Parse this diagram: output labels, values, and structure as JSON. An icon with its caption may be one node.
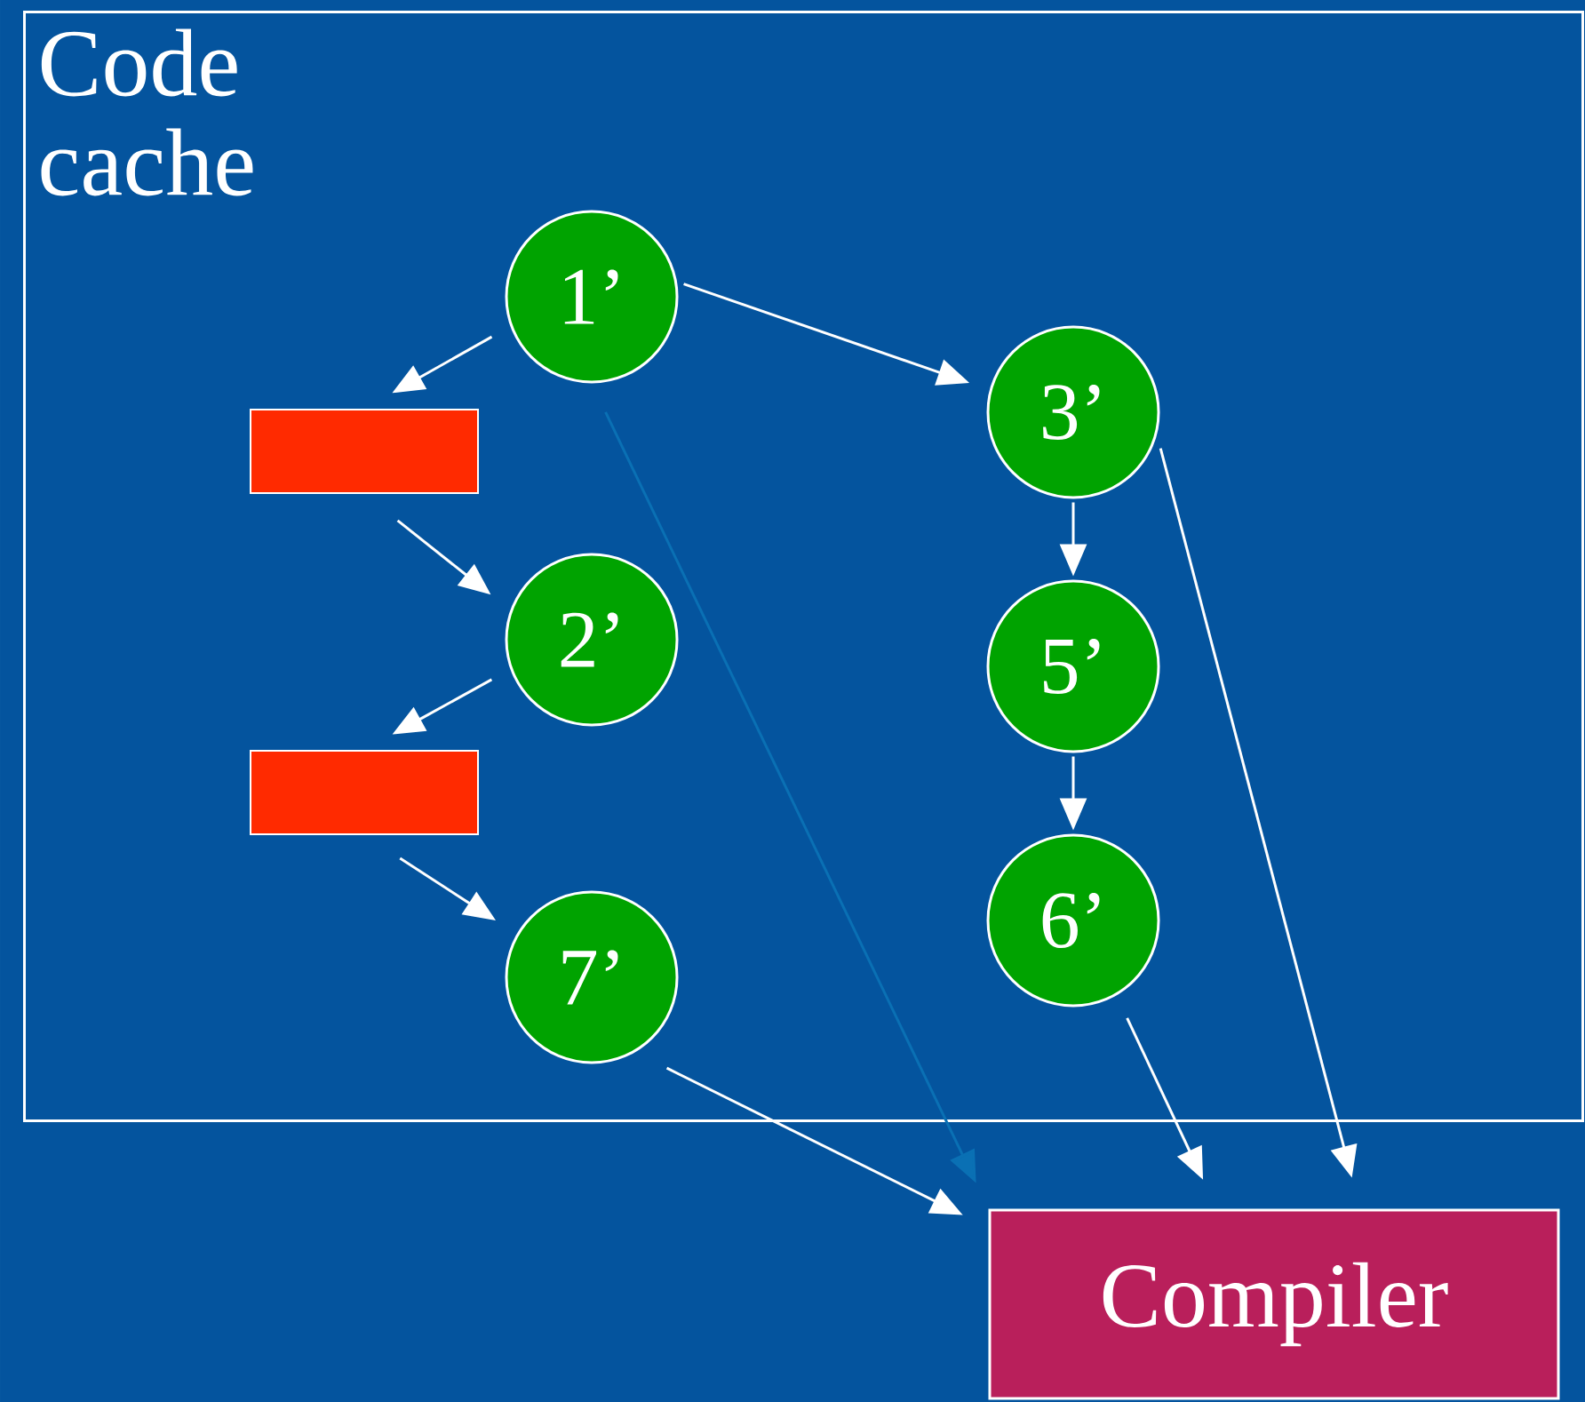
{
  "diagram": {
    "nodes": [
      {
        "text": [
          "Code cache"
        ]
      },
      {
        "text": [
          "1’"
        ],
        "in": 0
      },
      {
        "text": [],
        "shape": "box",
        "in": 0
      },
      {
        "text": [
          "2’"
        ],
        "in": 0
      },
      {
        "text": [],
        "shape": "box",
        "in": 0
      },
      {
        "text": [
          "7’"
        ],
        "in": 0
      },
      {
        "text": [
          "3’"
        ],
        "in": 0
      },
      {
        "text": [
          "5’"
        ],
        "in": 0
      },
      {
        "text": [
          "6’"
        ],
        "in": 0
      },
      {
        "text": [
          "Compiler"
        ]
      }
    ],
    "edges": [
      {
        "from": 1,
        "to": 2,
        "arrow": "to"
      },
      {
        "from": 2,
        "to": 3,
        "arrow": "to"
      },
      {
        "from": 3,
        "to": 4,
        "arrow": "to"
      },
      {
        "from": 4,
        "to": 5,
        "arrow": "to"
      },
      {
        "from": 1,
        "to": 6,
        "arrow": "to"
      },
      {
        "from": 6,
        "to": 7,
        "arrow": "to"
      },
      {
        "from": 7,
        "to": 8,
        "arrow": "to"
      },
      {
        "from": 1,
        "to": 9,
        "arrow": "to",
        "color": "#0a70b4"
      },
      {
        "from": 5,
        "to": 9,
        "arrow": "to"
      },
      {
        "from": 8,
        "to": 9,
        "arrow": "to"
      },
      {
        "from": 6,
        "to": 9,
        "arrow": "to"
      }
    ]
  }
}
